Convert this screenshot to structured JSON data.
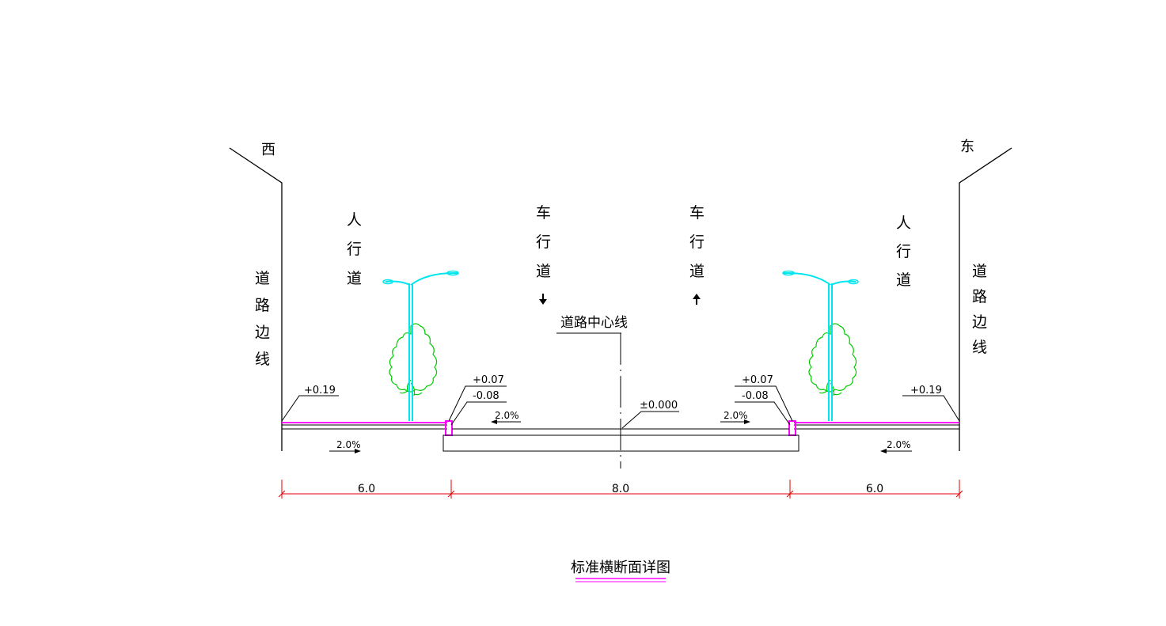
{
  "directions": {
    "west": "西",
    "east": "东"
  },
  "labels": {
    "road_edge": "道路边线",
    "sidewalk": "人行道",
    "carriageway": "车行道",
    "centerline": "道路中心线"
  },
  "elevations": {
    "west_edge": "+0.19",
    "east_edge": "+0.19",
    "curb_top_left": "+0.07",
    "curb_bottom_left": "-0.08",
    "curb_top_right": "+0.07",
    "curb_bottom_right": "-0.08",
    "center": "±0.000"
  },
  "slopes": {
    "west_sidewalk": "2.0%",
    "east_sidewalk": "2.0%",
    "left_carriageway": "2.0%",
    "right_carriageway": "2.0%"
  },
  "dimensions": {
    "west": "6.0",
    "center": "8.0",
    "east": "6.0"
  },
  "title": "标准横断面详图",
  "colors": {
    "dimension": "#e00000",
    "surface": "#ff00ff",
    "streetlight": "#00e5ee",
    "tree": "#00cc00"
  },
  "icons": {
    "down_arrow": "down-arrow-icon",
    "up_arrow": "up-arrow-icon"
  }
}
